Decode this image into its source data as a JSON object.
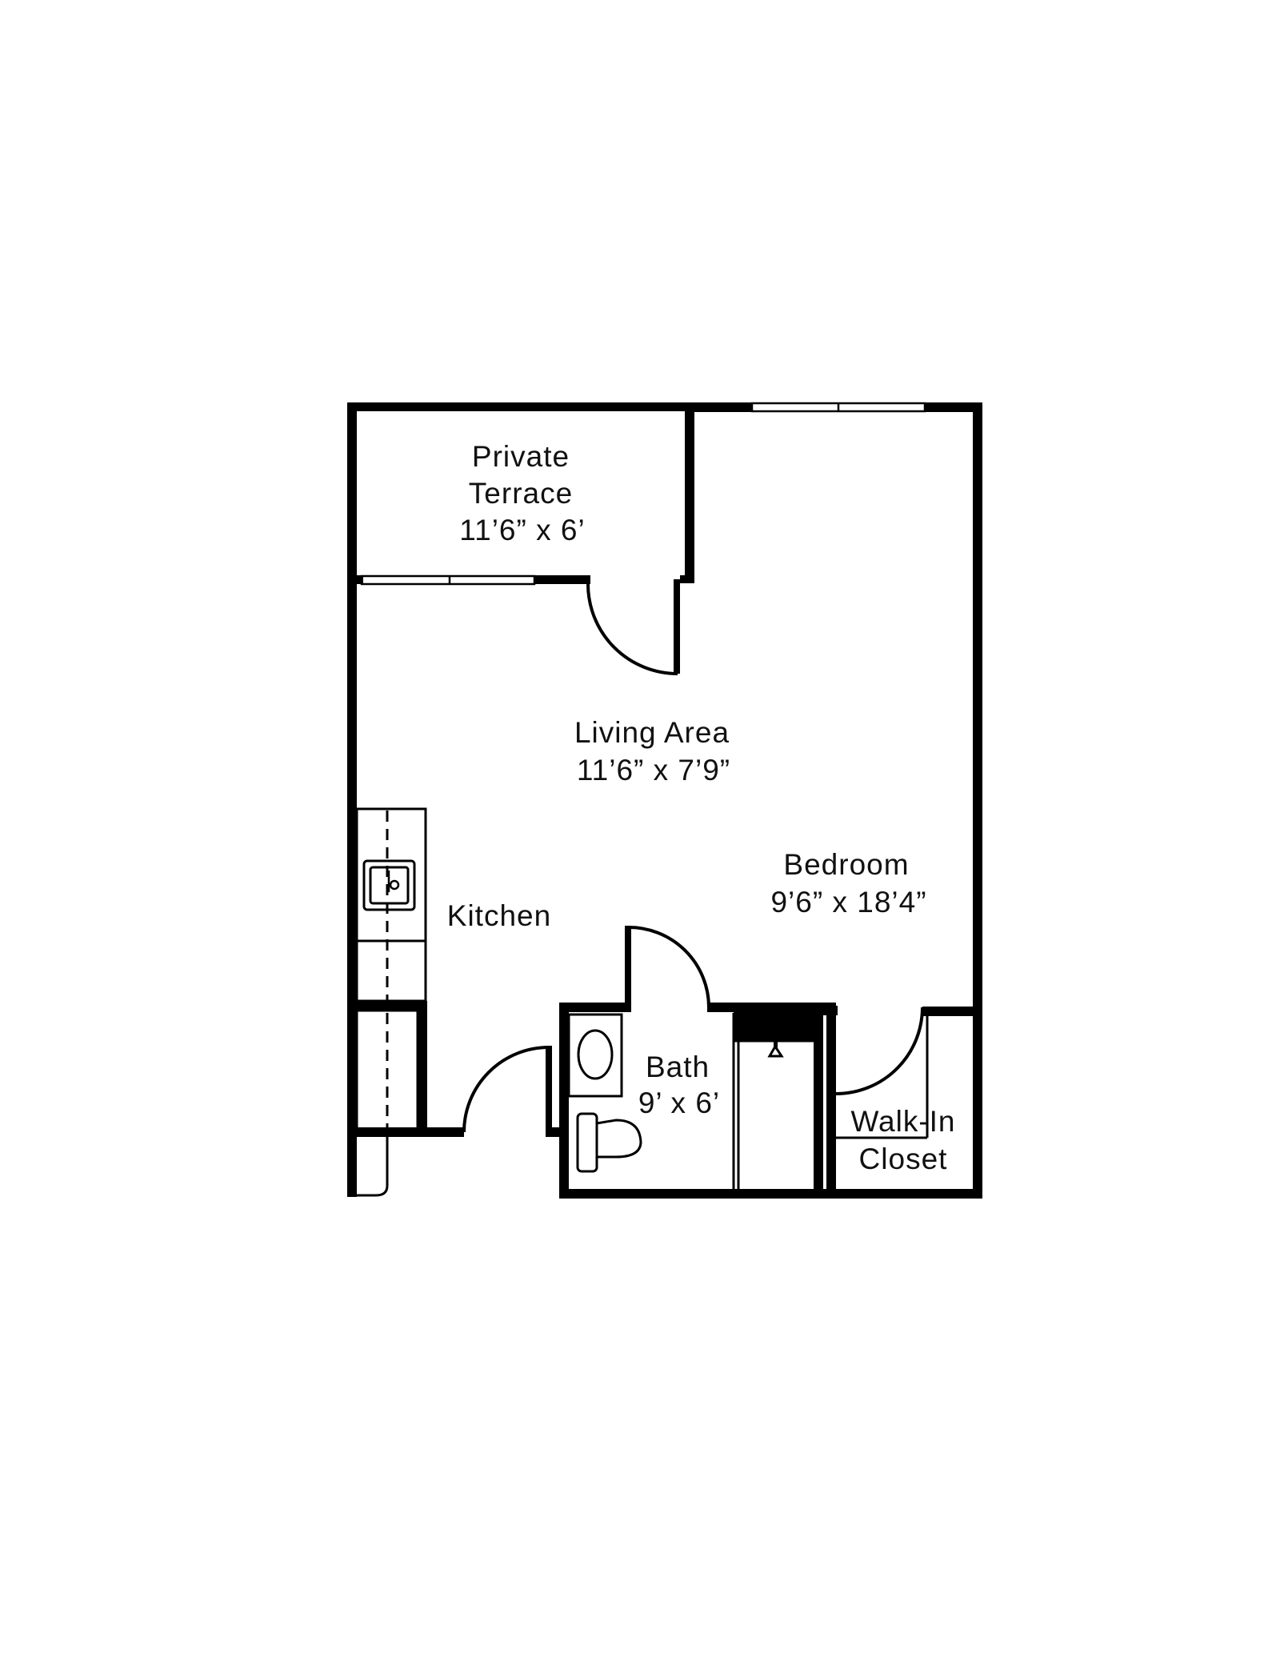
{
  "rooms": {
    "terrace": {
      "name_line1": "Private",
      "name_line2": "Terrace",
      "size": "11’6” x 6’"
    },
    "living": {
      "name": "Living Area",
      "size": "11’6” x 7’9”"
    },
    "bedroom": {
      "name": "Bedroom",
      "size": "9’6” x 18’4”"
    },
    "kitchen": {
      "name": "Kitchen"
    },
    "bath": {
      "name": "Bath",
      "size": "9’ x 6’"
    },
    "closet": {
      "name_line1": "Walk-In",
      "name_line2": "Closet"
    }
  },
  "colors": {
    "wall": "#000000",
    "background": "#ffffff",
    "text": "#111111"
  }
}
